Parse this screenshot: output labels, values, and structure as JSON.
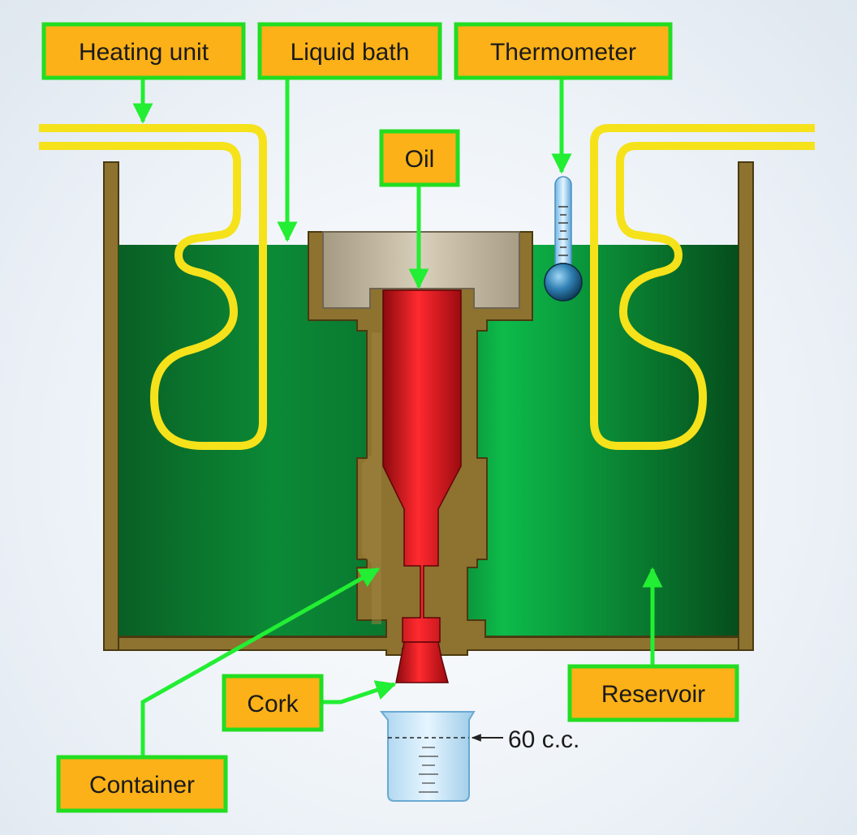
{
  "labels": {
    "heating_unit": "Heating unit",
    "liquid_bath": "Liquid bath",
    "thermometer": "Thermometer",
    "oil": "Oil",
    "cork": "Cork",
    "container": "Container",
    "reservoir": "Reservoir"
  },
  "beaker_mark": "60 c.c.",
  "colors": {
    "label_fill": "#fbb117",
    "label_border": "#22dd22",
    "arrow": "#22ee33",
    "bath_green": "#0b8a36",
    "container_brass": "#8d7230",
    "oil_red": "#e8141c",
    "heating_coil": "#f5e21a",
    "cap_stone": "#c9bea6"
  }
}
